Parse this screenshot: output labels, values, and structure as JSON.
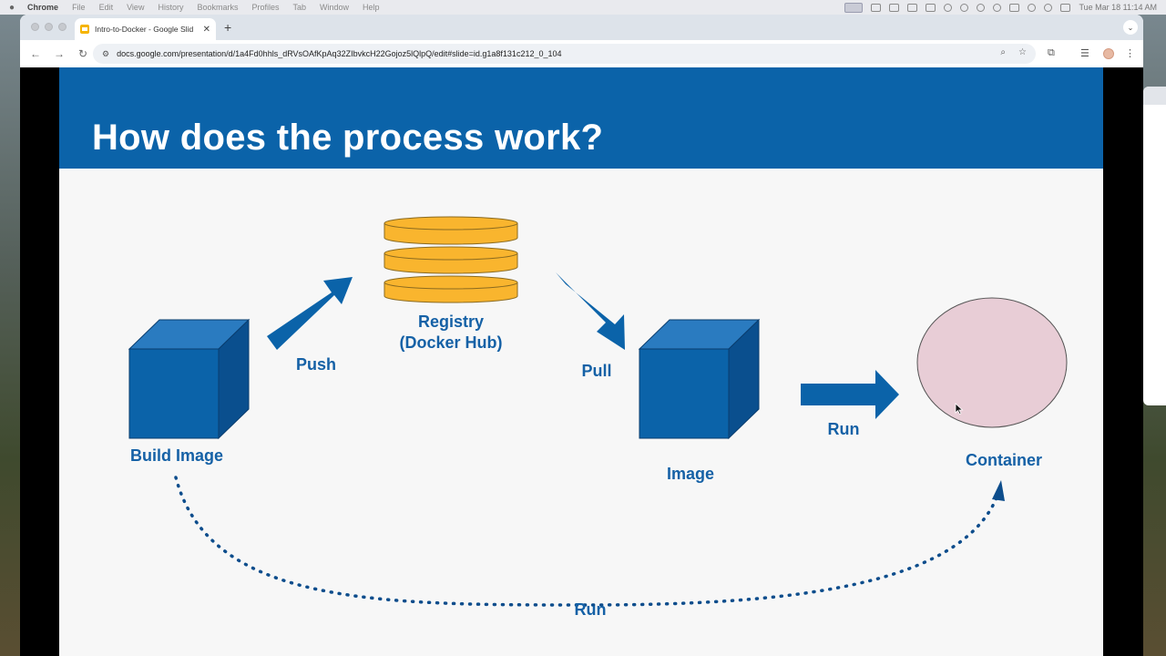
{
  "menubar": {
    "app_name": "Chrome",
    "items": [
      "File",
      "Edit",
      "View",
      "History",
      "Bookmarks",
      "Profiles",
      "Tab",
      "Window",
      "Help"
    ],
    "clock": "Tue Mar 18  11:14 AM"
  },
  "browser": {
    "tab_title": "Intro-to-Docker - Google Slid",
    "url": "docs.google.com/presentation/d/1a4Fd0hhls_dRVsOAfKpAq32ZIbvkcH22Gojoz5lQlpQ/edit#slide=id.g1a8f131c212_0_104"
  },
  "slide": {
    "title": "How does the process work?",
    "labels": {
      "build_image": "Build Image",
      "push": "Push",
      "registry_line1": "Registry",
      "registry_line2": "(Docker Hub)",
      "pull": "Pull",
      "image": "Image",
      "run_arrow": "Run",
      "container": "Container",
      "run_bottom": "Run"
    },
    "colors": {
      "header": "#0b63a9",
      "cube": "#0b63a9",
      "arrow": "#0b63a9",
      "label": "#1561a6",
      "registry_disk": "#f9b52e",
      "container_fill": "#e8cdd6"
    }
  }
}
